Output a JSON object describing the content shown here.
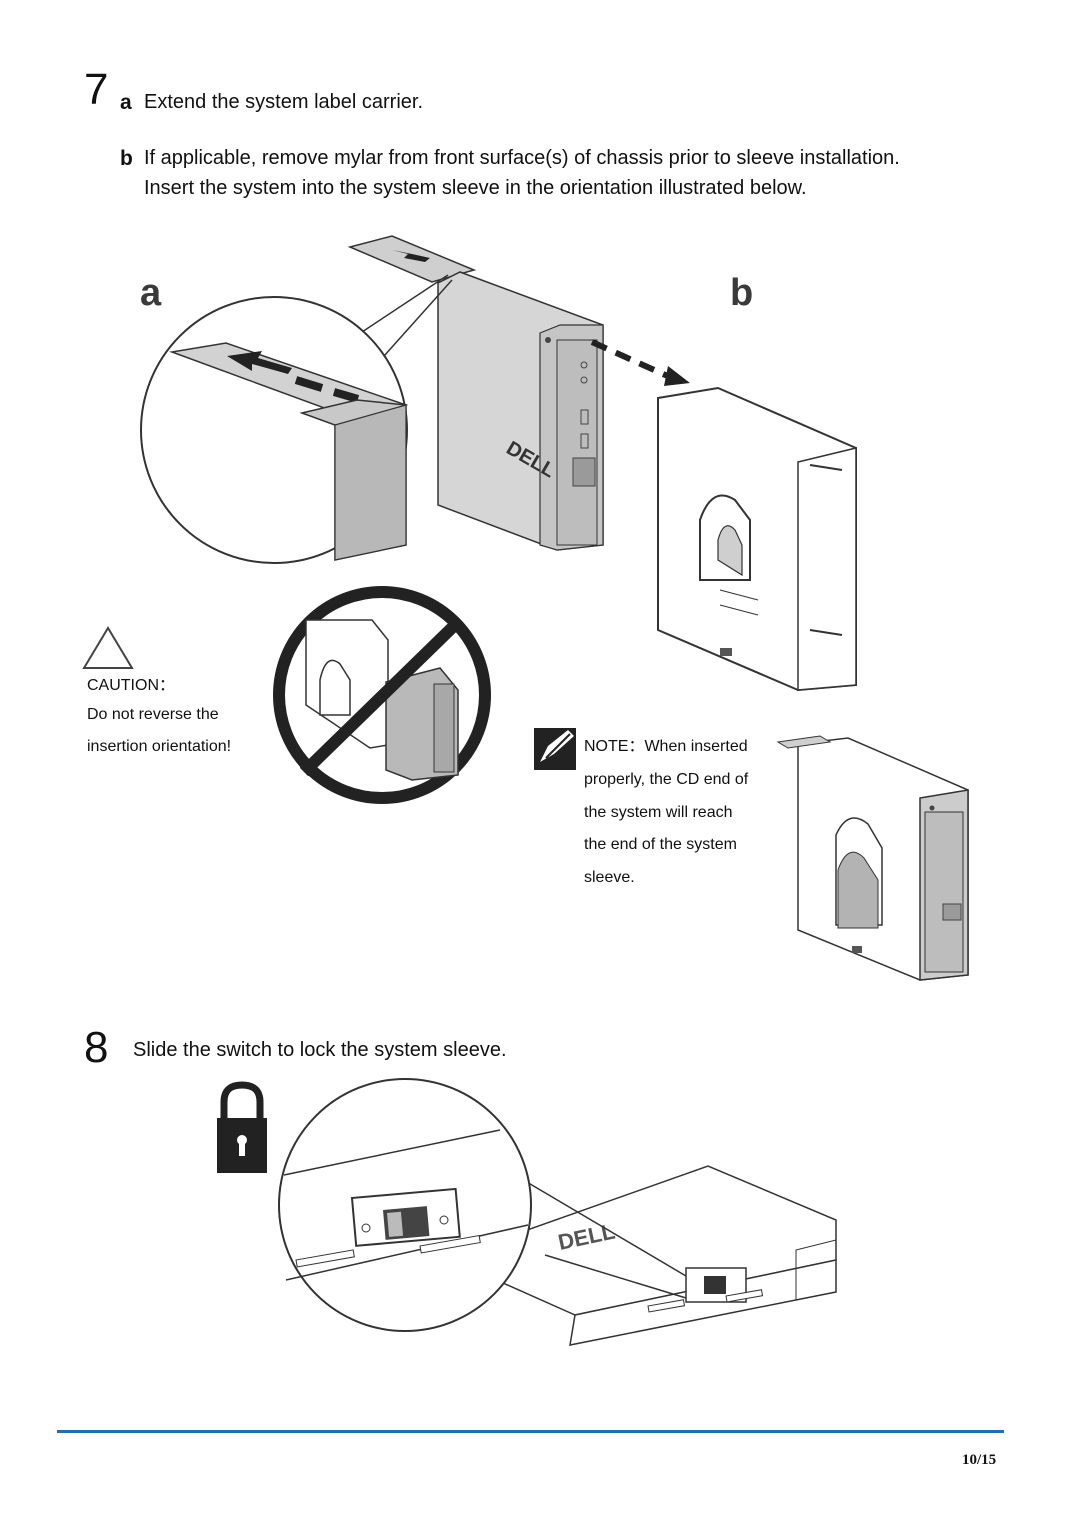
{
  "step7": {
    "number": "7",
    "a_letter": "a",
    "a_text": "Extend the system label carrier.",
    "b_letter": "b",
    "b_line1": "If applicable, remove mylar from front surface(s) of chassis prior to sleeve installation.",
    "b_line2": "Insert the system into the system sleeve in the orientation illustrated below."
  },
  "figure": {
    "label_a": "a",
    "label_b": "b",
    "brand_mark": "DELL"
  },
  "caution": {
    "title": "CAUTION：",
    "line1": "Do not reverse the",
    "line2": "insertion orientation!"
  },
  "note": {
    "line1": "NOTE：When inserted",
    "line2": "properly, the CD end of",
    "line3": "the system will reach",
    "line4": "the end of the system",
    "line5": "sleeve."
  },
  "step8": {
    "number": "8",
    "text": "Slide the switch to lock the system sleeve."
  },
  "footer": {
    "page": "10/15",
    "rule_color": "#1f6fb8"
  }
}
